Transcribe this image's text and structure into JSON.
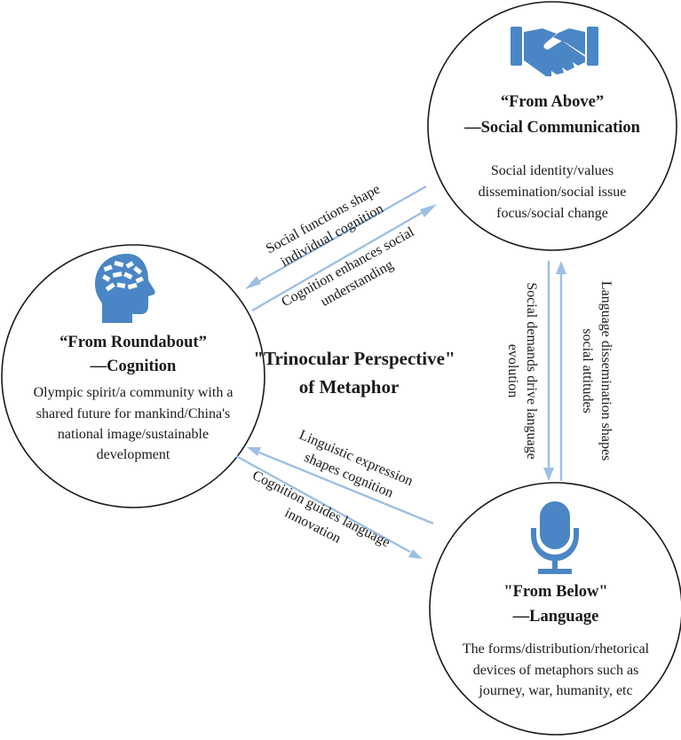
{
  "center_title": {
    "line1": "\"Trinocular Perspective\"",
    "line2": "of Metaphor"
  },
  "nodes": {
    "above": {
      "title_line1": "“From Above”",
      "title_line2": "—Social Communication",
      "desc": [
        "Social identity/values",
        "dissemination/social issue",
        "focus/social change"
      ],
      "icon": "handshake-icon"
    },
    "roundabout": {
      "title_line1": "“From Roundabout”",
      "title_line2": "—Cognition",
      "desc": [
        "Olympic spirit/a community with a",
        "shared future for mankind/China's",
        "national image/sustainable",
        "development"
      ],
      "icon": "brain-head-icon"
    },
    "below": {
      "title_line1": "\"From Below\"",
      "title_line2": "—Language",
      "desc": [
        "The forms/distribution/rhetorical",
        "devices of metaphors such as",
        "journey, war, humanity, etc"
      ],
      "icon": "microphone-icon"
    }
  },
  "arrows": {
    "above_to_cognition": [
      "Social functions shape",
      "individual cognition"
    ],
    "cognition_to_above": [
      "Cognition enhances social",
      "understanding"
    ],
    "above_to_language": [
      "Social demands drive language",
      "evolution"
    ],
    "language_to_above": [
      "Language dissemination shapes",
      "social attitudes"
    ],
    "language_to_cognition": [
      "Linguistic expression",
      "shapes cognition"
    ],
    "cognition_to_language": [
      "Cognition guides language",
      "innovation"
    ]
  },
  "colors": {
    "arrow": "#9dbfe3",
    "icon": "#4a86c5",
    "outline": "#1a1a1a"
  }
}
